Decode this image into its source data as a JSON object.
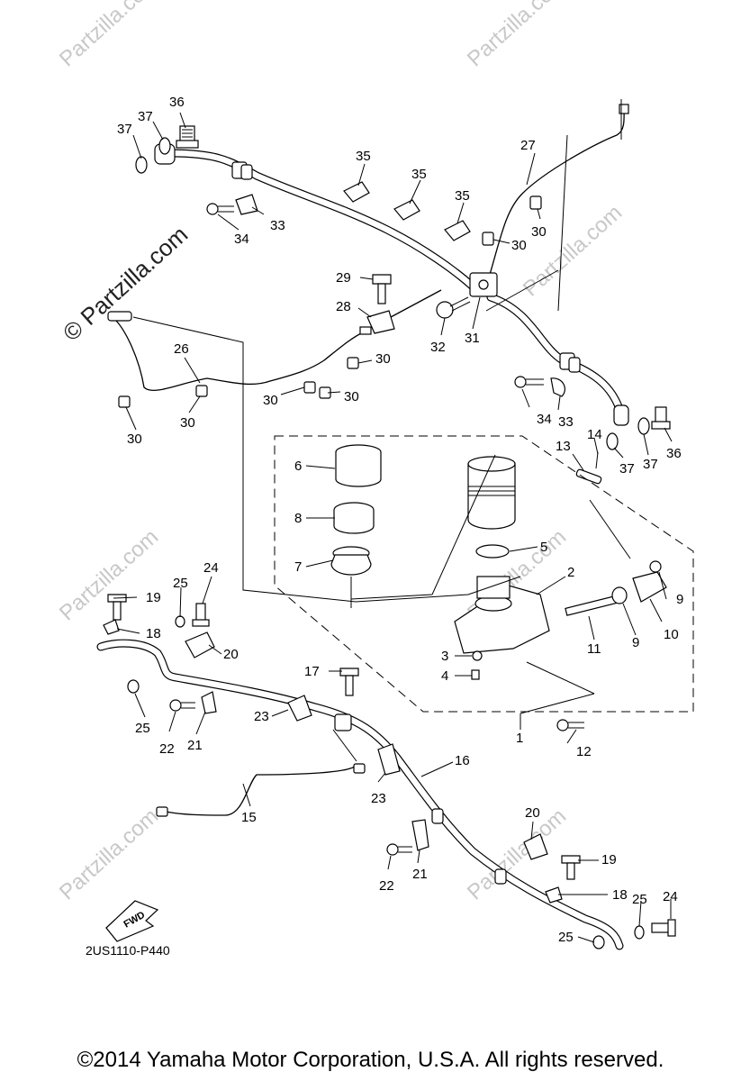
{
  "watermark": {
    "brand": "Partzilla.com",
    "brand_main": "© Partzilla.com"
  },
  "diagram_code": "2US1110-P440",
  "fwd_label": "FWD",
  "copyright": "©2014  Yamaha Motor Corporation, U.S.A. All rights reserved.",
  "callouts": {
    "c1": "1",
    "c2": "2",
    "c3": "3",
    "c4": "4",
    "c5": "5",
    "c6": "6",
    "c7": "7",
    "c8": "8",
    "c9": "9",
    "c10": "10",
    "c11": "11",
    "c12": "12",
    "c13": "13",
    "c14": "14",
    "c15": "15",
    "c16": "16",
    "c17": "17",
    "c18": "18",
    "c19": "19",
    "c20": "20",
    "c21": "21",
    "c22": "22",
    "c23": "23",
    "c24": "24",
    "c25": "25",
    "c26": "26",
    "c27": "27",
    "c28": "28",
    "c29": "29",
    "c30": "30",
    "c31": "31",
    "c32": "32",
    "c33": "33",
    "c34": "34",
    "c35": "35",
    "c36": "36",
    "c37": "37"
  }
}
